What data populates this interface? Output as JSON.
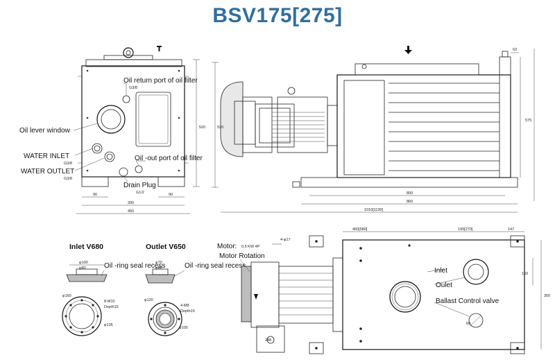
{
  "title": "BSV175[275]",
  "labels": {
    "oil_return_port": "Oil return port of oil filter",
    "oil_level_window": "Oil lever window",
    "water_inlet": "WATER INLET",
    "water_outlet": "WATER OUTLET",
    "oil_out_port": "Oil -out port of oil filter",
    "drain_plug": "Drain Plug",
    "inlet_v": "Inlet V680",
    "outlet_v": "Outlet V650",
    "oring_inlet": "Oil -ring seal recess",
    "oring_outlet": "Oil -ring seal recess",
    "motor": "Motor:",
    "motor_rotation": "Motor Rotation",
    "inlet": "Inlet",
    "outlet": "Oulet",
    "ballast": "Ballast Control valve"
  },
  "dims": {
    "g38_a": "G3/8",
    "g38_b": "G3/8",
    "g38_c": "G3/8",
    "g12": "G1/2",
    "d90a": "90",
    "d90b": "90",
    "d390": "390",
    "d450": "450",
    "d520": "520",
    "d575": "575",
    "d63": "63",
    "d800": "800",
    "d860": "860",
    "d1010": "1010[1130]",
    "d460": "460[580]",
    "d190": "190[270]",
    "d147": "147",
    "d4x17": "4-φ17",
    "d150": "150",
    "d300": "300",
    "d248": "248",
    "d60": "60"
  }
}
